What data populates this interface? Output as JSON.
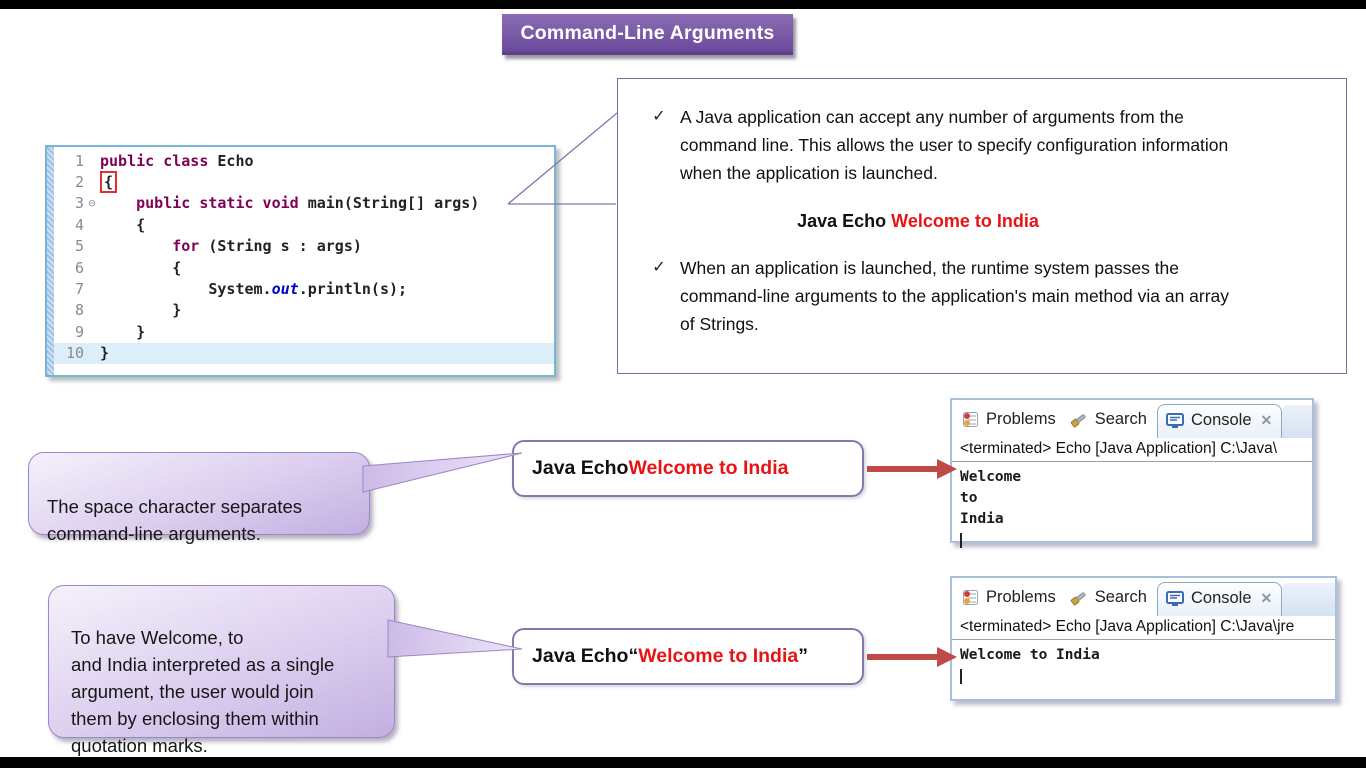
{
  "title_banner": {
    "label": "Command-Line Arguments"
  },
  "colors": {
    "banner_purple": "#7a5aa6",
    "accent_red": "#e81414",
    "arrow_red": "#be4b48",
    "callout_border": "#9a86c8",
    "editor_border": "#79b5d3",
    "keyword_purple": "#7f0055",
    "static_field_blue": "#0000c0"
  },
  "icons": {
    "check": "✓",
    "fold_collapse": "⊖",
    "tab_close": "✕"
  },
  "code_editor": {
    "lines": [
      {
        "num": "1",
        "segs": [
          {
            "t": "public class "
          },
          {
            "t": "Echo"
          }
        ]
      },
      {
        "num": "2",
        "segs": [
          {
            "t": "{"
          }
        ]
      },
      {
        "num": "3",
        "segs": [
          {
            "t": "    "
          },
          {
            "t": "public static void "
          },
          {
            "t": "main(String[] args)"
          }
        ]
      },
      {
        "num": "4",
        "segs": [
          {
            "t": "    {"
          }
        ]
      },
      {
        "num": "5",
        "segs": [
          {
            "t": "        "
          },
          {
            "t": "for"
          },
          {
            "t": " (String s : args)"
          }
        ]
      },
      {
        "num": "6",
        "segs": [
          {
            "t": "        {"
          }
        ]
      },
      {
        "num": "7",
        "segs": [
          {
            "t": "            System."
          },
          {
            "t": "out"
          },
          {
            "t": ".println(s);"
          }
        ]
      },
      {
        "num": "8",
        "segs": [
          {
            "t": "        }"
          }
        ]
      },
      {
        "num": "9",
        "segs": [
          {
            "t": "    }"
          }
        ]
      },
      {
        "num": "10",
        "segs": [
          {
            "t": "}"
          }
        ]
      }
    ]
  },
  "info_box": {
    "bullet1": "A Java application can accept any number of arguments from the\ncommand line. This allows the user to specify configuration information\nwhen the application is launched.",
    "example_prefix": "Java Echo ",
    "example_args": "Welcome to India",
    "bullet2": "When an application is launched, the runtime system passes the\ncommand-line arguments to the application's main method via an array\nof Strings."
  },
  "callout_space": {
    "text": "The space character separates\ncommand-line arguments."
  },
  "callout_quotes": {
    "text": "To have Welcome, to\nand India interpreted as a single\nargument, the user would join\nthem by enclosing them within\nquotation marks."
  },
  "command_box_1": {
    "prefix": "Java Echo ",
    "args": "Welcome to India"
  },
  "command_box_2": {
    "prefix": "Java Echo ",
    "quote_open": "“",
    "args": "Welcome to India",
    "quote_close": "”"
  },
  "console_1": {
    "tabs": {
      "problems": "Problems",
      "search": "Search",
      "console": "Console"
    },
    "status": "<terminated> Echo [Java Application] C:\\Java\\",
    "output": [
      "Welcome",
      "to",
      "India"
    ]
  },
  "console_2": {
    "tabs": {
      "problems": "Problems",
      "search": "Search",
      "console": "Console"
    },
    "status": "<terminated> Echo [Java Application] C:\\Java\\jre",
    "output": [
      "Welcome to India"
    ]
  }
}
